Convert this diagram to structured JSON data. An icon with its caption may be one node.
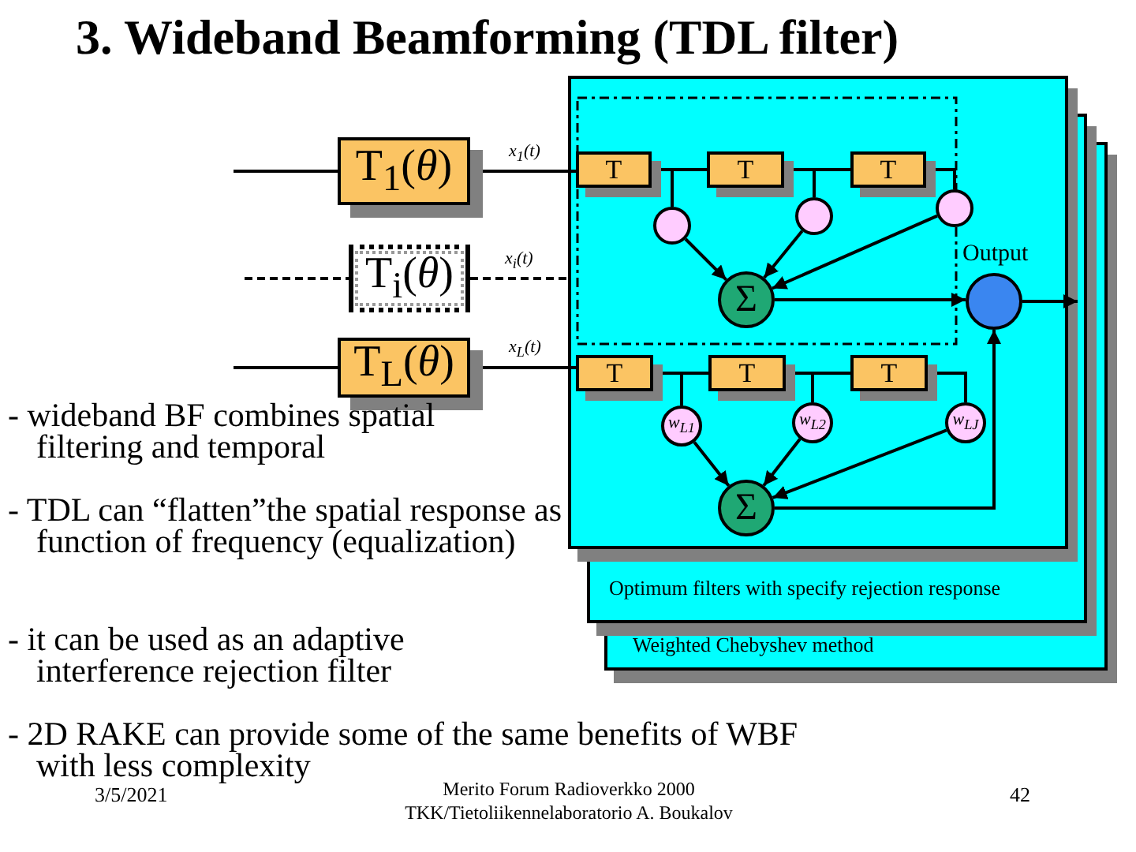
{
  "diagram": {
    "title": "3. Wideband Beamforming (TDL filter)",
    "nodes": [
      {
        "text": [
          "T$_{1}$(*θ*)"
        ]
      },
      {
        "text": [
          "T$_{i}$(*θ*)"
        ]
      },
      {
        "text": [
          "T$_{L}$(*θ*)"
        ]
      },
      {
        "text": [
          "Weighted Chebyshev method"
        ]
      },
      {
        "text": [
          "Optimum filters with specify rejection response"
        ]
      },
      {
        "text": [],
        "shape": "box"
      },
      {
        "text": [
          "T"
        ],
        "in": 5
      },
      {
        "text": [
          "T"
        ],
        "in": 5
      },
      {
        "text": [
          "T"
        ],
        "in": 5
      },
      {
        "text": [],
        "shape": "circle",
        "in": 5
      },
      {
        "text": [],
        "shape": "circle",
        "in": 5
      },
      {
        "text": [],
        "shape": "circle",
        "in": 5
      },
      {
        "text": [
          "Σ"
        ],
        "in": 5
      },
      {
        "text": [],
        "shape": "circle",
        "in": 5,
        "beside": [
          "Output"
        ]
      },
      {
        "text": [
          "T"
        ],
        "in": 5
      },
      {
        "text": [
          "T"
        ],
        "in": 5
      },
      {
        "text": [
          "T"
        ],
        "in": 5
      },
      {
        "text": [
          "*w*$_{L1}$"
        ],
        "in": 5
      },
      {
        "text": [
          "*w*$_{L2}$"
        ],
        "in": 5
      },
      {
        "text": [
          "*w*$_{LJ}$"
        ],
        "in": 5
      },
      {
        "text": [
          "Σ"
        ],
        "in": 5
      }
    ],
    "edges": [
      {
        "from": null,
        "to": 0,
        "arrow": "none"
      },
      {
        "from": null,
        "to": 1,
        "arrow": "none",
        "style": "dashed"
      },
      {
        "from": null,
        "to": 2,
        "arrow": "none"
      },
      {
        "from": 0,
        "to": 6,
        "arrow": "none",
        "label": "*x*$_{1}$(*t*)"
      },
      {
        "from": 1,
        "to": 5,
        "arrow": "none",
        "style": "dashed",
        "label": "*x*$_{i}$(*t*)"
      },
      {
        "from": 2,
        "to": 14,
        "arrow": "none",
        "label": "*x*$_{L}$(*t*)"
      },
      {
        "from": 6,
        "to": 7,
        "arrow": "none"
      },
      {
        "from": 7,
        "to": 8,
        "arrow": "none"
      },
      {
        "from": 6,
        "to": 9,
        "arrow": "none"
      },
      {
        "from": 7,
        "to": 10,
        "arrow": "none"
      },
      {
        "from": 8,
        "to": 11,
        "arrow": "none"
      },
      {
        "from": 9,
        "to": 12,
        "arrow": "to"
      },
      {
        "from": 10,
        "to": 12,
        "arrow": "to"
      },
      {
        "from": 11,
        "to": 12,
        "arrow": "to"
      },
      {
        "from": 12,
        "to": 13,
        "arrow": "to"
      },
      {
        "from": 13,
        "to": null,
        "arrow": "to"
      },
      {
        "from": 14,
        "to": 15,
        "arrow": "none"
      },
      {
        "from": 15,
        "to": 16,
        "arrow": "none"
      },
      {
        "from": 14,
        "to": 17,
        "arrow": "none"
      },
      {
        "from": 15,
        "to": 18,
        "arrow": "none"
      },
      {
        "from": 16,
        "to": 19,
        "arrow": "none"
      },
      {
        "from": 17,
        "to": 20,
        "arrow": "to"
      },
      {
        "from": 18,
        "to": 20,
        "arrow": "to"
      },
      {
        "from": 19,
        "to": 20,
        "arrow": "to"
      },
      {
        "from": 20,
        "to": 13,
        "arrow": "to"
      }
    ],
    "labels": [
      "- wideband BF combines spatial filtering and temporal",
      "- TDL can “flatten”the spatial response as function of frequency (equalization)",
      "- it can be used as an adaptive interference rejection filter",
      "- 2D RAKE can provide some of the same benefits of WBF with less complexity",
      "3/5/2021",
      "Merito Forum Radioverkko 2000 TKK/Tietoliikennelaboratorio A. Boukalov",
      "42"
    ]
  }
}
